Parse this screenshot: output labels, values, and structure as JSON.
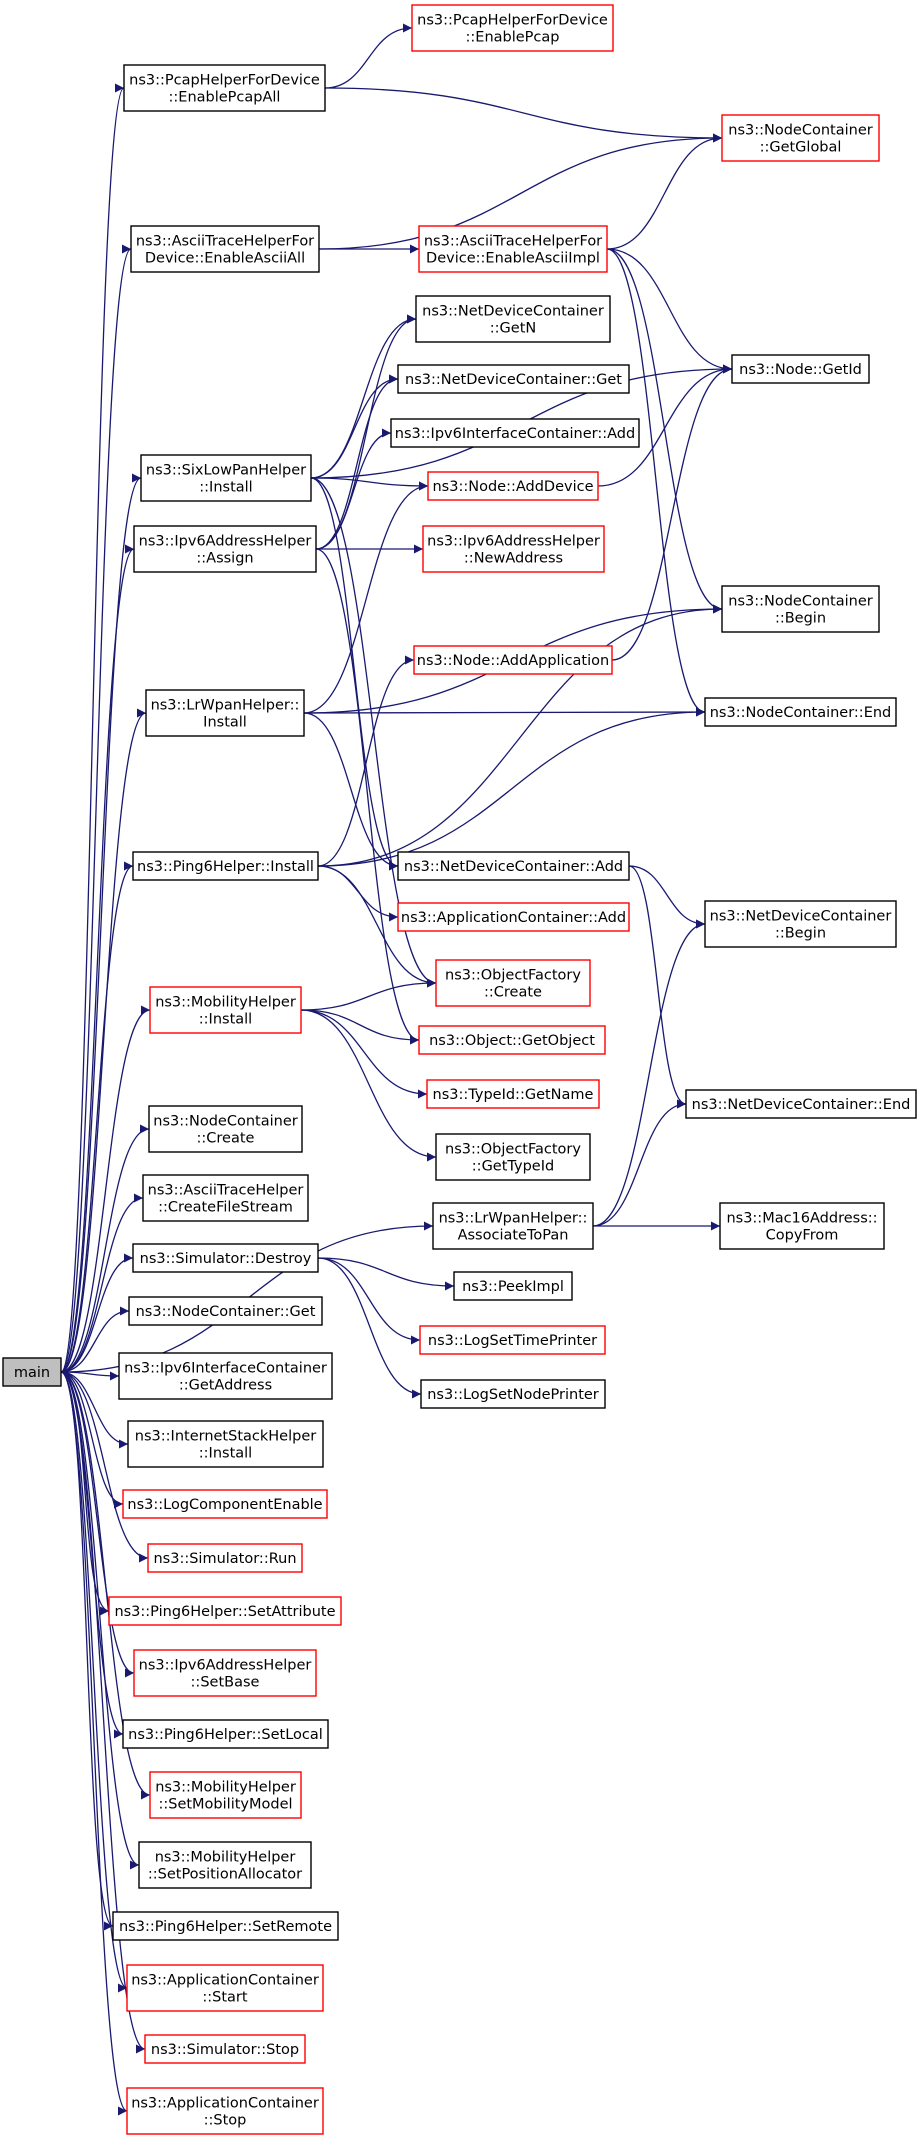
{
  "nodes": [
    {
      "id": "main",
      "lines": [
        "main"
      ],
      "red": false,
      "root": true
    },
    {
      "id": "pcap_all",
      "lines": [
        "ns3::PcapHelperForDevice",
        "::EnablePcapAll"
      ],
      "red": false
    },
    {
      "id": "pcap",
      "lines": [
        "ns3::PcapHelperForDevice",
        "::EnablePcap"
      ],
      "red": true
    },
    {
      "id": "nc_global",
      "lines": [
        "ns3::NodeContainer",
        "::GetGlobal"
      ],
      "red": true
    },
    {
      "id": "ascii_all",
      "lines": [
        "ns3::AsciiTraceHelperFor",
        "Device::EnableAsciiAll"
      ],
      "red": false
    },
    {
      "id": "ascii_impl",
      "lines": [
        "ns3::AsciiTraceHelperFor",
        "Device::EnableAsciiImpl"
      ],
      "red": true
    },
    {
      "id": "ndc_getn",
      "lines": [
        "ns3::NetDeviceContainer",
        "::GetN"
      ],
      "red": false
    },
    {
      "id": "node_getid",
      "lines": [
        "ns3::Node::GetId"
      ],
      "red": false
    },
    {
      "id": "ndc_get",
      "lines": [
        "ns3::NetDeviceContainer::Get"
      ],
      "red": false
    },
    {
      "id": "ipv6ic_add",
      "lines": [
        "ns3::Ipv6InterfaceContainer::Add"
      ],
      "red": false
    },
    {
      "id": "sixlow_install",
      "lines": [
        "ns3::SixLowPanHelper",
        "::Install"
      ],
      "red": false
    },
    {
      "id": "node_adddev",
      "lines": [
        "ns3::Node::AddDevice"
      ],
      "red": true
    },
    {
      "id": "ipv6ah_assign",
      "lines": [
        "ns3::Ipv6AddressHelper",
        "::Assign"
      ],
      "red": false
    },
    {
      "id": "ipv6ah_newaddr",
      "lines": [
        "ns3::Ipv6AddressHelper",
        "::NewAddress"
      ],
      "red": true
    },
    {
      "id": "nc_begin",
      "lines": [
        "ns3::NodeContainer",
        "::Begin"
      ],
      "red": false
    },
    {
      "id": "node_addapp",
      "lines": [
        "ns3::Node::AddApplication"
      ],
      "red": true
    },
    {
      "id": "lrwpan_install",
      "lines": [
        "ns3::LrWpanHelper::",
        "Install"
      ],
      "red": false
    },
    {
      "id": "nc_end",
      "lines": [
        "ns3::NodeContainer::End"
      ],
      "red": false
    },
    {
      "id": "ping6_install",
      "lines": [
        "ns3::Ping6Helper::Install"
      ],
      "red": false
    },
    {
      "id": "ndc_add",
      "lines": [
        "ns3::NetDeviceContainer::Add"
      ],
      "red": false
    },
    {
      "id": "appc_add",
      "lines": [
        "ns3::ApplicationContainer::Add"
      ],
      "red": true
    },
    {
      "id": "ndc_begin",
      "lines": [
        "ns3::NetDeviceContainer",
        "::Begin"
      ],
      "red": false
    },
    {
      "id": "mob_install",
      "lines": [
        "ns3::MobilityHelper",
        "::Install"
      ],
      "red": true
    },
    {
      "id": "of_create",
      "lines": [
        "ns3::ObjectFactory",
        "::Create"
      ],
      "red": true
    },
    {
      "id": "obj_getobj",
      "lines": [
        "ns3::Object::GetObject"
      ],
      "red": true
    },
    {
      "id": "ndc_end",
      "lines": [
        "ns3::NetDeviceContainer::End"
      ],
      "red": false
    },
    {
      "id": "typeid_getname",
      "lines": [
        "ns3::TypeId::GetName"
      ],
      "red": true
    },
    {
      "id": "nc_create",
      "lines": [
        "ns3::NodeContainer",
        "::Create"
      ],
      "red": false
    },
    {
      "id": "of_gettypeid",
      "lines": [
        "ns3::ObjectFactory",
        "::GetTypeId"
      ],
      "red": false
    },
    {
      "id": "ath_cfs",
      "lines": [
        "ns3::AsciiTraceHelper",
        "::CreateFileStream"
      ],
      "red": false
    },
    {
      "id": "lrwpan_assoc",
      "lines": [
        "ns3::LrWpanHelper::",
        "AssociateToPan"
      ],
      "red": false
    },
    {
      "id": "mac16_copy",
      "lines": [
        "ns3::Mac16Address::",
        "CopyFrom"
      ],
      "red": false
    },
    {
      "id": "sim_destroy",
      "lines": [
        "ns3::Simulator::Destroy"
      ],
      "red": false
    },
    {
      "id": "peekimpl",
      "lines": [
        "ns3::PeekImpl"
      ],
      "red": false
    },
    {
      "id": "nc_get",
      "lines": [
        "ns3::NodeContainer::Get"
      ],
      "red": false
    },
    {
      "id": "logsettime",
      "lines": [
        "ns3::LogSetTimePrinter"
      ],
      "red": true
    },
    {
      "id": "ipv6ic_getaddr",
      "lines": [
        "ns3::Ipv6InterfaceContainer",
        "::GetAddress"
      ],
      "red": false
    },
    {
      "id": "logsetnode",
      "lines": [
        "ns3::LogSetNodePrinter"
      ],
      "red": false
    },
    {
      "id": "ish_install",
      "lines": [
        "ns3::InternetStackHelper",
        "::Install"
      ],
      "red": false
    },
    {
      "id": "logcomp",
      "lines": [
        "ns3::LogComponentEnable"
      ],
      "red": true
    },
    {
      "id": "sim_run",
      "lines": [
        "ns3::Simulator::Run"
      ],
      "red": true
    },
    {
      "id": "ping6_setattr",
      "lines": [
        "ns3::Ping6Helper::SetAttribute"
      ],
      "red": true
    },
    {
      "id": "ipv6ah_setbase",
      "lines": [
        "ns3::Ipv6AddressHelper",
        "::SetBase"
      ],
      "red": true
    },
    {
      "id": "ping6_setlocal",
      "lines": [
        "ns3::Ping6Helper::SetLocal"
      ],
      "red": false
    },
    {
      "id": "mob_setmodel",
      "lines": [
        "ns3::MobilityHelper",
        "::SetMobilityModel"
      ],
      "red": true
    },
    {
      "id": "mob_setpos",
      "lines": [
        "ns3::MobilityHelper",
        "::SetPositionAllocator"
      ],
      "red": false
    },
    {
      "id": "ping6_setremote",
      "lines": [
        "ns3::Ping6Helper::SetRemote"
      ],
      "red": false
    },
    {
      "id": "appc_start",
      "lines": [
        "ns3::ApplicationContainer",
        "::Start"
      ],
      "red": true
    },
    {
      "id": "sim_stop",
      "lines": [
        "ns3::Simulator::Stop"
      ],
      "red": true
    },
    {
      "id": "appc_stop",
      "lines": [
        "ns3::ApplicationContainer",
        "::Stop"
      ],
      "red": true
    }
  ],
  "edges": [
    [
      "main",
      "pcap_all"
    ],
    [
      "main",
      "ascii_all"
    ],
    [
      "main",
      "sixlow_install"
    ],
    [
      "main",
      "ipv6ah_assign"
    ],
    [
      "main",
      "lrwpan_install"
    ],
    [
      "main",
      "ping6_install"
    ],
    [
      "main",
      "mob_install"
    ],
    [
      "main",
      "lrwpan_assoc"
    ],
    [
      "main",
      "nc_create"
    ],
    [
      "main",
      "ath_cfs"
    ],
    [
      "main",
      "sim_destroy"
    ],
    [
      "main",
      "nc_get"
    ],
    [
      "main",
      "ipv6ic_getaddr"
    ],
    [
      "main",
      "ish_install"
    ],
    [
      "main",
      "logcomp"
    ],
    [
      "main",
      "sim_run"
    ],
    [
      "main",
      "ping6_setattr"
    ],
    [
      "main",
      "ipv6ah_setbase"
    ],
    [
      "main",
      "ping6_setlocal"
    ],
    [
      "main",
      "mob_setmodel"
    ],
    [
      "main",
      "mob_setpos"
    ],
    [
      "main",
      "ping6_setremote"
    ],
    [
      "main",
      "appc_start"
    ],
    [
      "main",
      "sim_stop"
    ],
    [
      "main",
      "appc_stop"
    ],
    [
      "pcap_all",
      "pcap"
    ],
    [
      "pcap_all",
      "nc_global"
    ],
    [
      "ascii_all",
      "nc_global"
    ],
    [
      "ascii_all",
      "ascii_impl"
    ],
    [
      "ascii_impl",
      "nc_global"
    ],
    [
      "ascii_impl",
      "node_getid"
    ],
    [
      "ascii_impl",
      "nc_begin"
    ],
    [
      "ascii_impl",
      "nc_end"
    ],
    [
      "sixlow_install",
      "ndc_getn"
    ],
    [
      "sixlow_install",
      "ndc_get"
    ],
    [
      "sixlow_install",
      "node_getid"
    ],
    [
      "sixlow_install",
      "node_adddev"
    ],
    [
      "sixlow_install",
      "ndc_add"
    ],
    [
      "sixlow_install",
      "of_create"
    ],
    [
      "ipv6ah_assign",
      "ndc_getn"
    ],
    [
      "ipv6ah_assign",
      "ndc_get"
    ],
    [
      "ipv6ah_assign",
      "ipv6ic_add"
    ],
    [
      "ipv6ah_assign",
      "ipv6ah_newaddr"
    ],
    [
      "ipv6ah_assign",
      "obj_getobj"
    ],
    [
      "node_adddev",
      "node_getid"
    ],
    [
      "node_addapp",
      "node_getid"
    ],
    [
      "lrwpan_install",
      "nc_begin"
    ],
    [
      "lrwpan_install",
      "nc_end"
    ],
    [
      "lrwpan_install",
      "ndc_add"
    ],
    [
      "lrwpan_install",
      "node_adddev"
    ],
    [
      "ping6_install",
      "node_addapp"
    ],
    [
      "ping6_install",
      "nc_begin"
    ],
    [
      "ping6_install",
      "nc_end"
    ],
    [
      "ping6_install",
      "appc_add"
    ],
    [
      "ping6_install",
      "of_create"
    ],
    [
      "ndc_add",
      "ndc_begin"
    ],
    [
      "ndc_add",
      "ndc_end"
    ],
    [
      "mob_install",
      "of_create"
    ],
    [
      "mob_install",
      "obj_getobj"
    ],
    [
      "mob_install",
      "typeid_getname"
    ],
    [
      "mob_install",
      "of_gettypeid"
    ],
    [
      "lrwpan_assoc",
      "ndc_begin"
    ],
    [
      "lrwpan_assoc",
      "ndc_end"
    ],
    [
      "lrwpan_assoc",
      "mac16_copy"
    ],
    [
      "sim_destroy",
      "peekimpl"
    ],
    [
      "sim_destroy",
      "logsettime"
    ],
    [
      "sim_destroy",
      "logsetnode"
    ]
  ]
}
